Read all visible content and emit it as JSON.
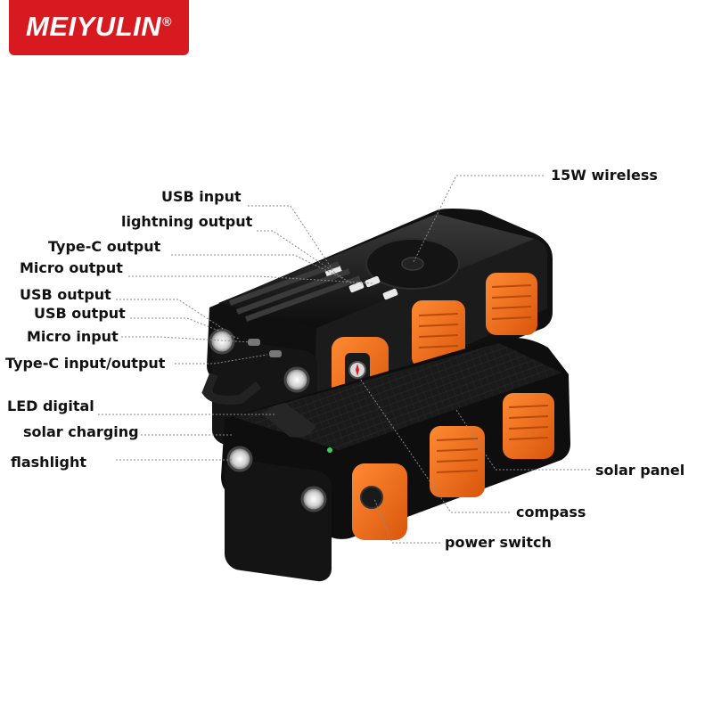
{
  "brand": {
    "name": "MEIYULIN",
    "mark": "®"
  },
  "colors": {
    "brand_red": "#d71920",
    "body": "#161616",
    "rubber": "#ec6a1a",
    "label": "#111111"
  },
  "labels": {
    "wireless": "15W wireless",
    "usb_input": "USB input",
    "lightning_output": "lightning output",
    "typec_output": "Type-C output",
    "micro_output": "Micro output",
    "usb_output_1": "USB output",
    "usb_output_2": "USB output",
    "micro_input": "Micro input",
    "typec_io": "Type-C input/output",
    "led_digital": "LED digital",
    "solar_charging": "solar charging",
    "flashlight": "flashlight",
    "solar_panel": "solar panel",
    "compass": "compass",
    "power_switch": "power switch"
  }
}
